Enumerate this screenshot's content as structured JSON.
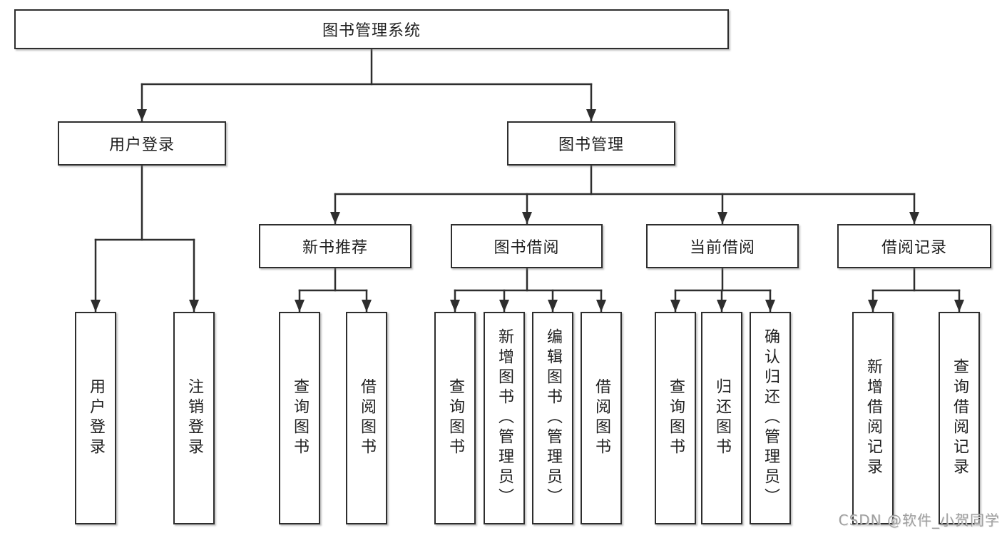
{
  "tree": {
    "root": {
      "label": "图书管理系统"
    },
    "branches": [
      {
        "label": "用户登录",
        "children": [
          {
            "label": "用户登录"
          },
          {
            "label": "注销登录"
          }
        ]
      },
      {
        "label": "图书管理",
        "children": [
          {
            "label": "新书推荐",
            "children": [
              {
                "label": "查询图书"
              },
              {
                "label": "借阅图书"
              }
            ]
          },
          {
            "label": "图书借阅",
            "children": [
              {
                "label": "查询图书"
              },
              {
                "label": "新增图书（管理员）"
              },
              {
                "label": "编辑图书（管理员）"
              },
              {
                "label": "借阅图书"
              }
            ]
          },
          {
            "label": "当前借阅",
            "children": [
              {
                "label": "查询图书"
              },
              {
                "label": "归还图书"
              },
              {
                "label": "确认归还（管理员）"
              }
            ]
          },
          {
            "label": "借阅记录",
            "children": [
              {
                "label": "新增借阅记录"
              },
              {
                "label": "查询借阅记录"
              }
            ]
          }
        ]
      }
    ]
  },
  "watermark": {
    "text": "CSDN @软件_小贺同学"
  },
  "colors": {
    "line": "#2e2e2e",
    "box_border": "#2e2e2e",
    "box_fill": "#ffffff",
    "text": "#1f1f1f",
    "watermark": "#969696",
    "background": "#ffffff"
  }
}
